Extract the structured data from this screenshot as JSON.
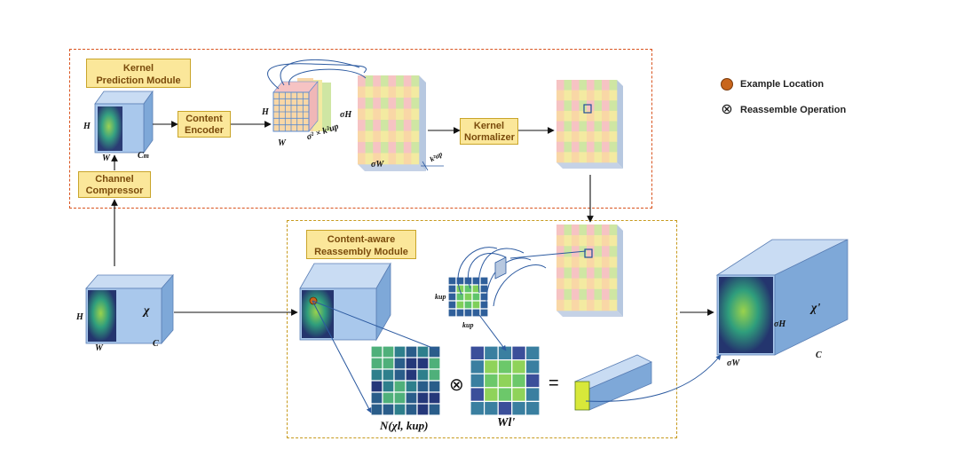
{
  "modules": {
    "kernel_prediction": "Kernel\nPrediction Module",
    "reassembly": "Content-aware\nReassembly Module"
  },
  "steps": {
    "content_encoder": "Content\nEncoder",
    "kernel_normalizer": "Kernel\nNormalizer",
    "channel_compressor": "Channel\nCompressor"
  },
  "legend": {
    "example_location": "Example Location",
    "reassemble_operation": "Reassemble Operation"
  },
  "labels": {
    "H": "H",
    "W": "W",
    "Cm": "C",
    "Cm_sub": "m",
    "C": "C",
    "chi": "χ",
    "chi_prime": "χ'",
    "sigmaH": "σH",
    "sigmaW": "σW",
    "sigma2kup2": "σ² × k²up",
    "kup2": "k²up",
    "kup": "kup",
    "neighborhood": "N(χl, kup)",
    "weights": "Wl'",
    "otimes": "⊗",
    "equals": "="
  },
  "colors": {
    "cube_face": "#a9c8ec",
    "cube_side": "#7ea8d8",
    "cube_top": "#c9dcf3",
    "kernel_frame": "#d9531e",
    "reassembly_frame": "#c79a1e",
    "pink": "#f6c3c3",
    "green": "#cfe6a3",
    "orange": "#f9d7a6",
    "yellow": "#f3eaa1",
    "blue_grid": "#5b8bd0",
    "example_dot": "#c8651b"
  }
}
